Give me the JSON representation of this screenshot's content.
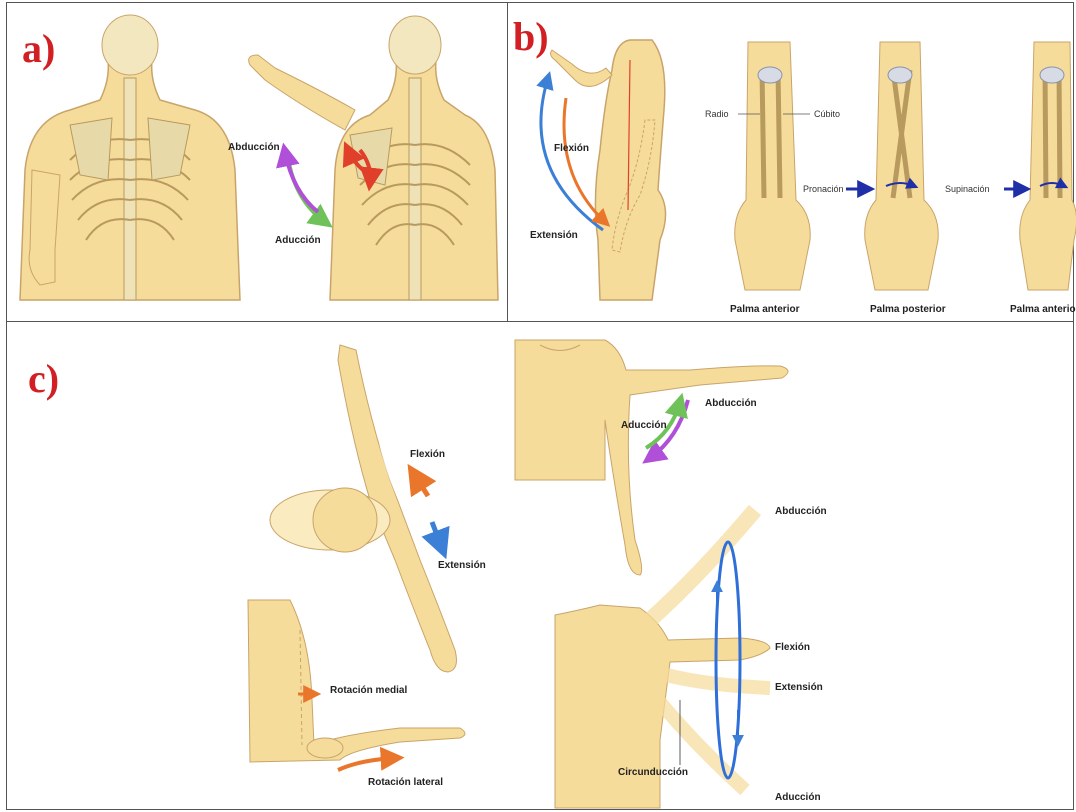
{
  "panels": {
    "a": {
      "letter": "a)",
      "labels": {
        "abduction": "Abducción",
        "adduction": "Aducción"
      }
    },
    "b": {
      "letter": "b)",
      "labels": {
        "flexion": "Flexión",
        "extension": "Extensión",
        "radius": "Radio",
        "ulna": "Cúbito",
        "pronation": "Pronación",
        "supination": "Supinación",
        "palm_anterior_1": "Palma anterior",
        "palm_posterior": "Palma posterior",
        "palm_anterior_2": "Palma anterio"
      }
    },
    "c": {
      "letter": "c)",
      "labels": {
        "flexion": "Flexión",
        "extension": "Extensión",
        "medial_rotation": "Rotación medial",
        "lateral_rotation": "Rotación lateral",
        "adduction": "Aducción",
        "abduction": "Abducción",
        "abduction_2": "Abducción",
        "flexion_2": "Flexión",
        "extension_2": "Extensión",
        "circumduction": "Circunducción",
        "adduction_2": "Aducción"
      }
    }
  },
  "colors": {
    "skin": "#f6dc9a",
    "skin_outline": "#c9a46a",
    "bone": "#f3e7bf",
    "letter": "#d11f24",
    "abduction_arrow": "#b04fd8",
    "adduction_arrow": "#6fc25a",
    "flexion_arrow": "#e9762b",
    "extension_arrow": "#3b7fd6",
    "circumduction_arrow": "#2f6fd9",
    "pronation_arrow": "#1f2fa8"
  }
}
